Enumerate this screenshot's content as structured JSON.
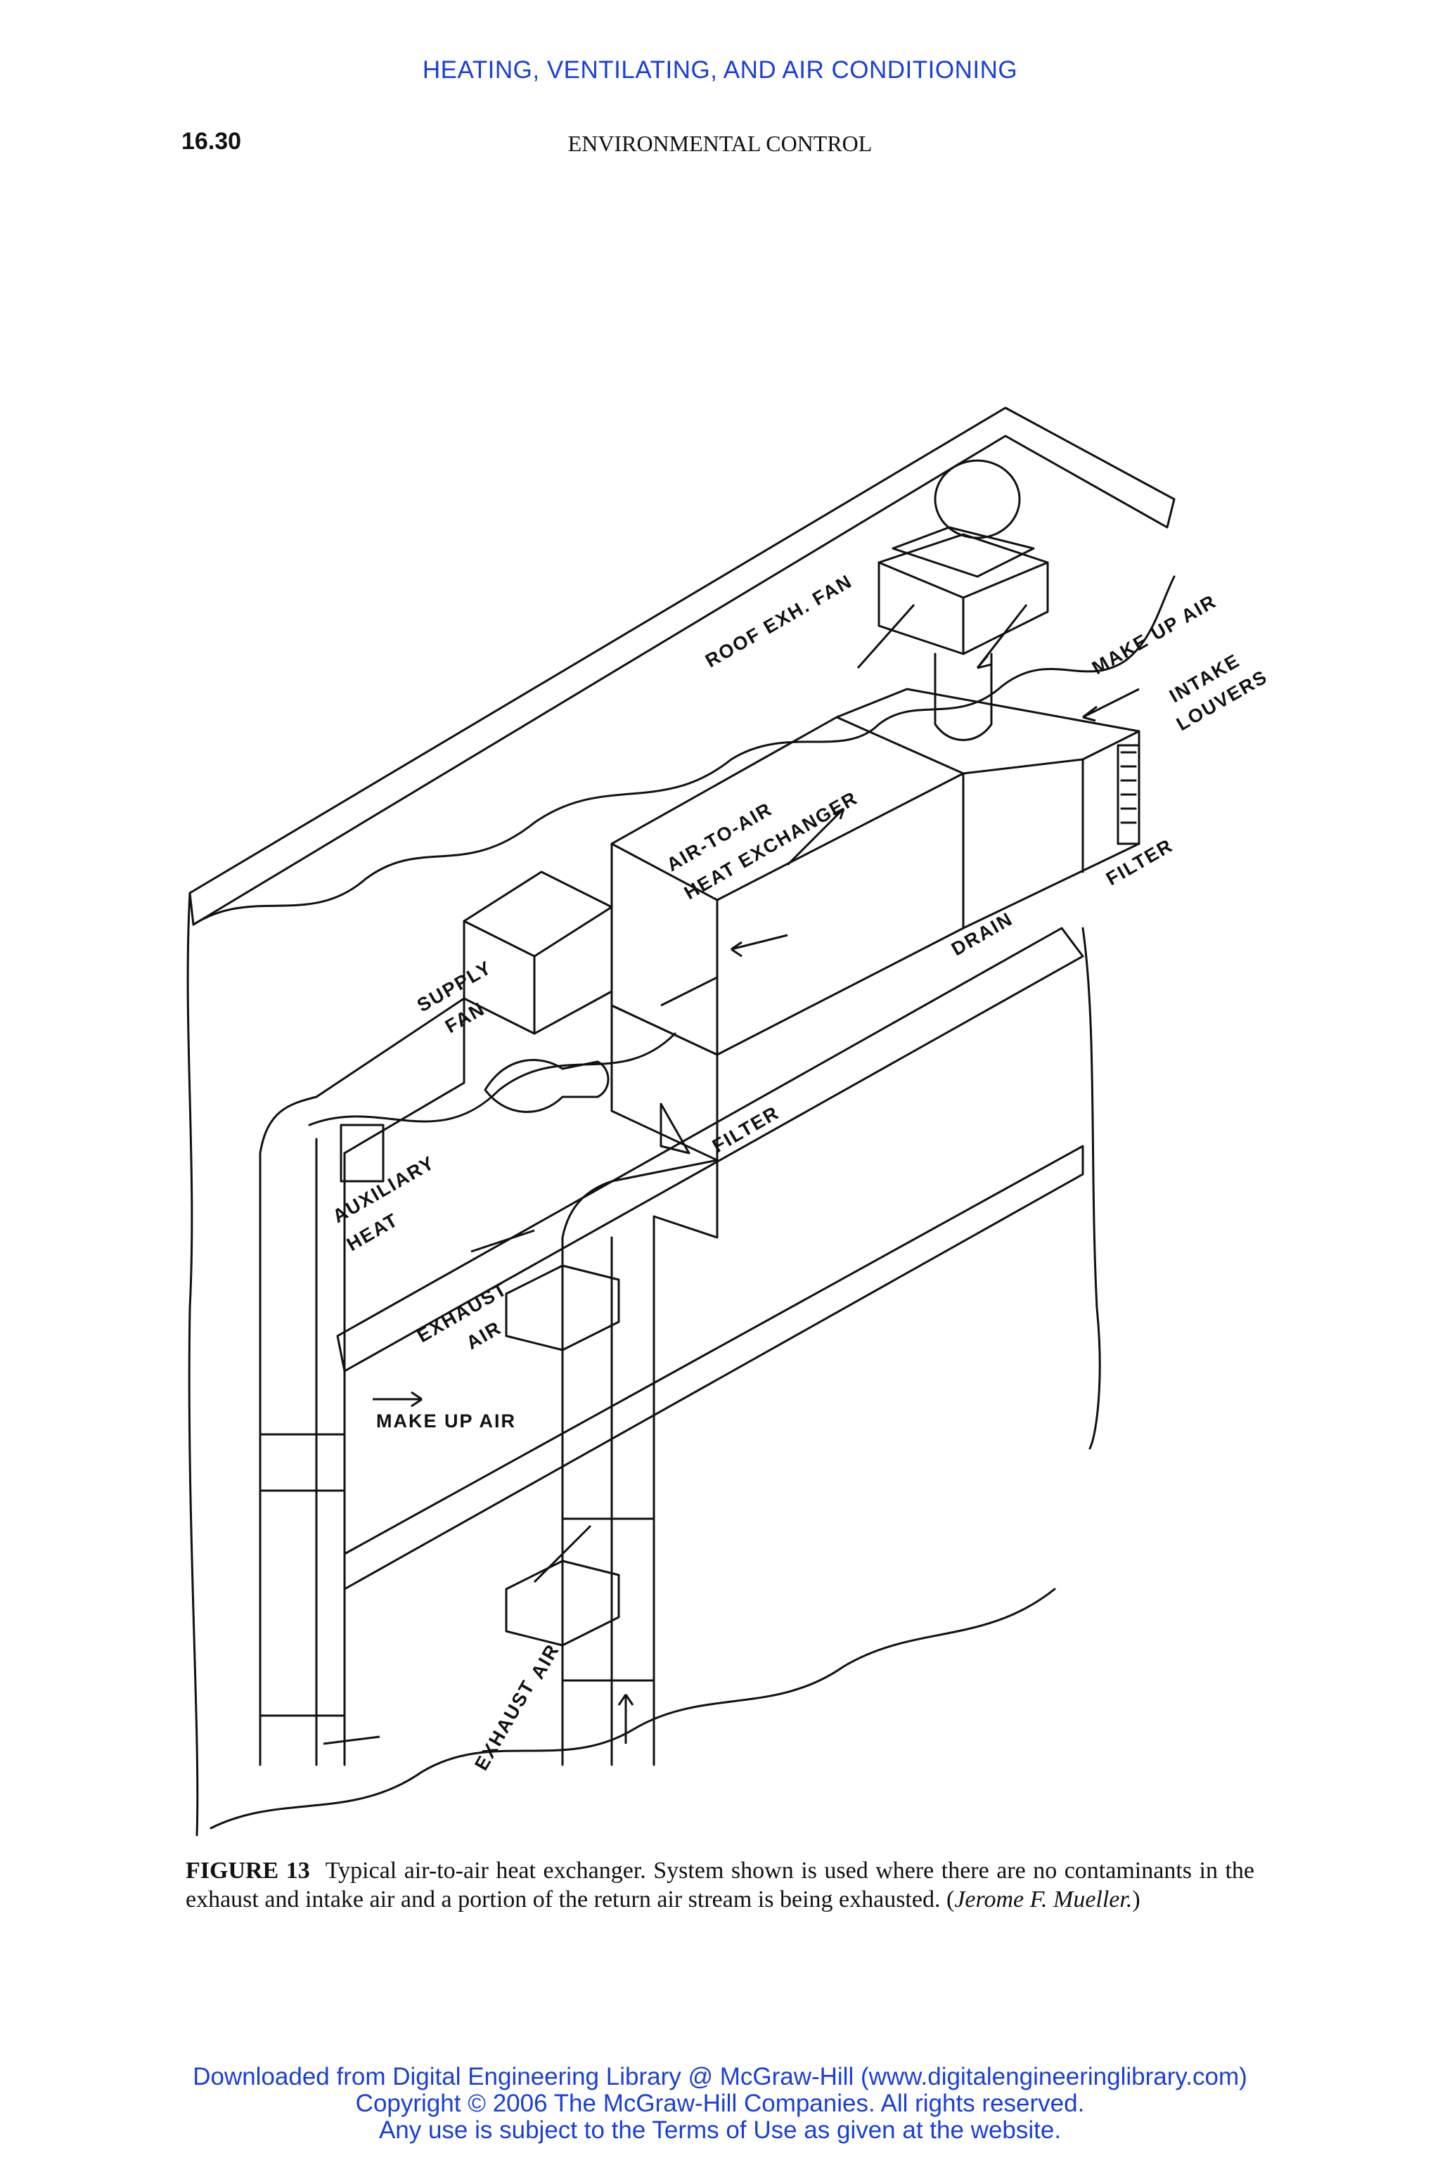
{
  "header": {
    "running_head": "HEATING, VENTILATING, AND AIR CONDITIONING",
    "page_number": "16.30",
    "section_title": "ENVIRONMENTAL CONTROL"
  },
  "figure": {
    "labels": {
      "roof_exh_fan": "ROOF EXH. FAN",
      "make_up_air_top": "MAKE UP AIR",
      "intake": "INTAKE",
      "louvers": "LOUVERS",
      "filter_right": "FILTER",
      "hx_line1": "AIR-TO-AIR",
      "hx_line2": "HEAT EXCHANGER",
      "drain": "DRAIN",
      "supply": "SUPPLY",
      "fan": "FAN",
      "filter_mid": "FILTER",
      "auxiliary": "AUXILIARY",
      "heat": "HEAT",
      "exhaust_mid": "EXHAUST",
      "air_mid": "AIR",
      "make_up_air_low": "MAKE UP AIR",
      "exhaust_low": "EXHAUST",
      "air_low": "AIR"
    }
  },
  "caption": {
    "figure_id": "FIGURE 13",
    "text": "Typical air-to-air heat exchanger. System shown is used where there are no contaminants in the exhaust and intake air and a portion of the return air stream is being exhausted.",
    "credit_open": " (",
    "credit": "Jerome F. Mueller.",
    "credit_close": ")"
  },
  "footer": {
    "line1": "Downloaded from Digital Engineering Library @ McGraw-Hill (www.digitalengineeringlibrary.com)",
    "line2": "Copyright © 2006 The McGraw-Hill Companies. All rights reserved.",
    "line3": "Any use is subject to the Terms of Use as given at the website."
  },
  "colors": {
    "link_blue": "#1a3fd6",
    "ink": "#111111"
  }
}
